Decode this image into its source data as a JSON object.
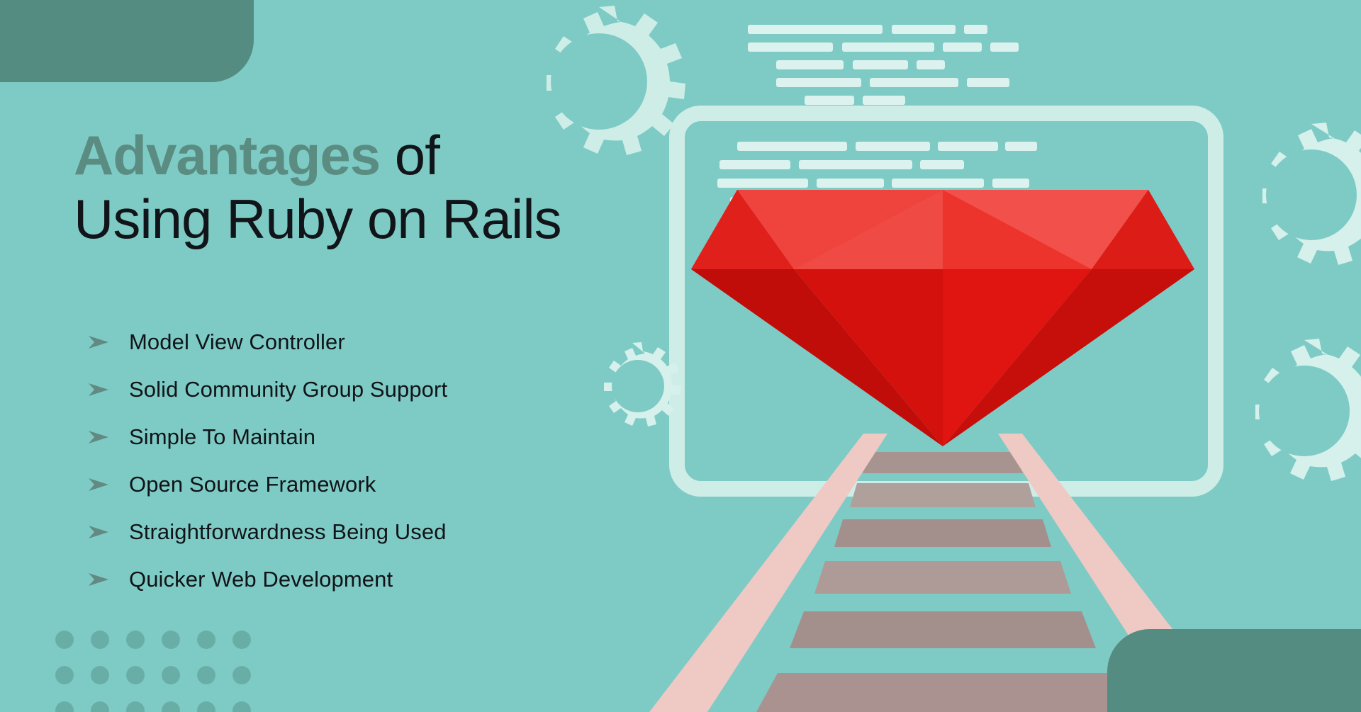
{
  "slide": {
    "background_color": "#7ECBC6",
    "accent_dark_teal": "#558C82",
    "dot_color": "#69AEA6",
    "ruby_red": "#E02020",
    "mint_line_color": "#D6F0EB",
    "rail_pink": "#EFC9C4",
    "sleeper_color": "#A9928F"
  },
  "heading": {
    "line1_accent": "Advantages",
    "line1_rest": " of",
    "line2": "Using Ruby on Rails",
    "accent_color": "#5B8C82",
    "text_color": "#111418"
  },
  "bullets": {
    "marker": "arrow-bullet-icon",
    "marker_color": "#628A83",
    "items": [
      {
        "label": "Model View Controller"
      },
      {
        "label": "Solid Community Group Support"
      },
      {
        "label": "Simple To Maintain"
      },
      {
        "label": "Open Source Framework"
      },
      {
        "label": "Straightforwardness Being Used"
      },
      {
        "label": "Quicker Web Development"
      }
    ]
  },
  "illustration": {
    "name": "ruby-on-rails-illustration",
    "elements": [
      "gear-large-icon",
      "gear-small-icon",
      "gear-right-icon",
      "gear-right-lower-icon",
      "monitor-frame",
      "code-lines",
      "ruby-gem",
      "railway-track"
    ]
  },
  "decor": {
    "top_left_shape": "rounded-corner-block",
    "bottom_right_shape": "rounded-corner-block",
    "dot_grid_rows": 3,
    "dot_grid_cols": 6
  }
}
